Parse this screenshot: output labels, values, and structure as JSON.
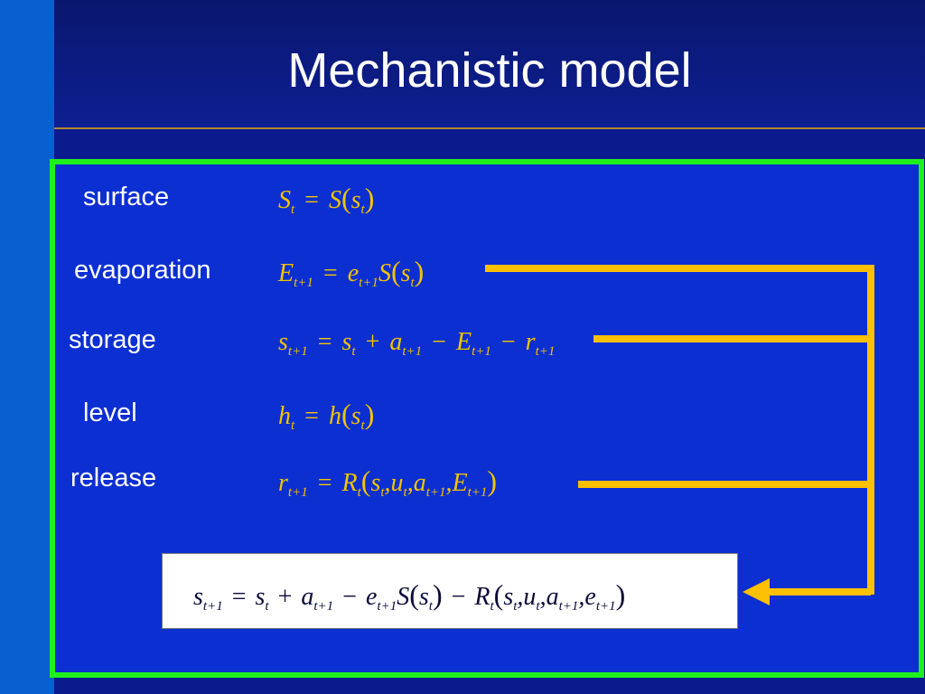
{
  "slide": {
    "title": "Mechanistic model"
  },
  "rows": [
    {
      "label": "surface"
    },
    {
      "label": "evaporation"
    },
    {
      "label": "storage"
    },
    {
      "label": "level"
    },
    {
      "label": "release"
    }
  ],
  "colors": {
    "background": "#0b1a8c",
    "frame": "#1ef01e",
    "equation": "#f2c400",
    "arrow": "#ffc000",
    "result_box": "#ffffff"
  },
  "sym": {
    "S": "S",
    "s": "s",
    "t": "t",
    "t1": "t+1",
    "E": "E",
    "e": "e",
    "a": "a",
    "r": "r",
    "h": "h",
    "R": "R",
    "u": "u",
    "eqs": "=",
    "plus": "+",
    "minus": "−",
    "lp": "(",
    "rp": ")",
    "comma": ","
  }
}
